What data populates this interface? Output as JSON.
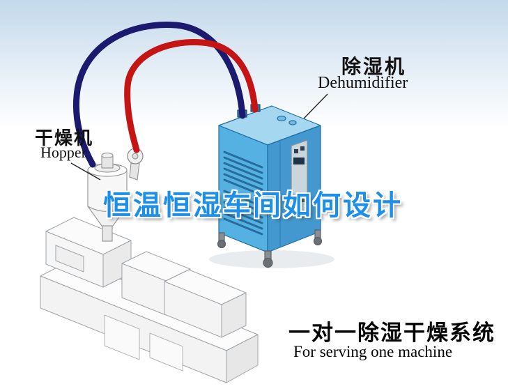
{
  "title": {
    "text": "恒温恒湿车间如何设计",
    "color": "#1e8fe8"
  },
  "labels": {
    "hopper": {
      "cn": "干燥机",
      "en": "Hopper"
    },
    "dehumidifier": {
      "cn": "除湿机",
      "en": "Dehumidifier"
    }
  },
  "footer": {
    "cn": "一对一除湿干燥系统",
    "en": "For serving one machine"
  },
  "colors": {
    "sky_top": "#c3d9eb",
    "pipe_red": "#c41414",
    "pipe_navy": "#1c1a6e",
    "dehumidifier_top": "#a6d7f1",
    "dehumidifier_front": "#55b1e2",
    "dehumidifier_side": "#4399cf",
    "machine_outline": "#9fa4aa"
  }
}
